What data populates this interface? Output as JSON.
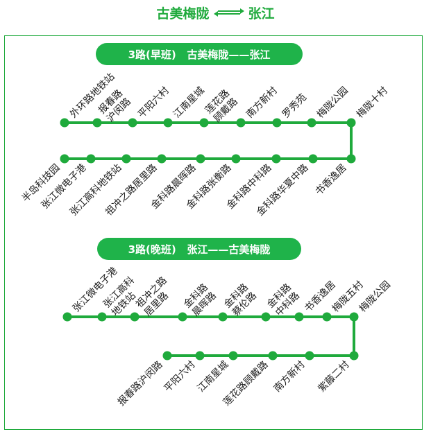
{
  "header": {
    "origin": "古美梅陇",
    "destination": "张江",
    "arrow_icon": "double-arrow-icon"
  },
  "colors": {
    "line": "#1faa3c",
    "pill": "#1fb34a",
    "text": "#222222"
  },
  "routes": {
    "morning": {
      "title": "3路(早班)   古美梅陇——张江",
      "top_row": [
        [
          "外环路地铁站"
        ],
        [
          "报春路",
          "沪闵路"
        ],
        [
          "平阳六村"
        ],
        [
          "江南星城"
        ],
        [
          "莲花路",
          "顾戴路"
        ],
        [
          "南方新村"
        ],
        [
          "罗秀苑"
        ],
        [
          "梅陇公园"
        ],
        [
          "梅陇十村"
        ]
      ],
      "bottom_row": [
        [
          "半岛科技园"
        ],
        [
          "张江微电子港"
        ],
        [
          "张江高科地铁站"
        ],
        [
          "祖冲之路居里路"
        ],
        [
          "金科路晨晖路"
        ],
        [
          "金科路张衡路"
        ],
        [
          "金科路中科路"
        ],
        [
          "金科路华夏中路"
        ],
        [
          "书香逸居"
        ]
      ]
    },
    "evening": {
      "title": "3路(晚班)   张江——古美梅陇",
      "top_row": [
        [
          "张江微电子港"
        ],
        [
          "张江高科",
          "地铁站"
        ],
        [
          "祖冲之路",
          "居里路"
        ],
        [
          "金科路",
          "晨晖路"
        ],
        [
          "金科路",
          "蔡伦路"
        ],
        [
          "金科路",
          "中科路"
        ],
        [
          "书香逸居"
        ],
        [
          "梅陇五村"
        ],
        [
          "梅陇公园"
        ]
      ],
      "bottom_row": [
        [
          "报春路沪闵路"
        ],
        [
          "平阳六村"
        ],
        [
          "江南星城"
        ],
        [
          "莲花路顾戴路"
        ],
        [
          "南方新村"
        ],
        [
          "紫藤二村"
        ]
      ]
    }
  }
}
